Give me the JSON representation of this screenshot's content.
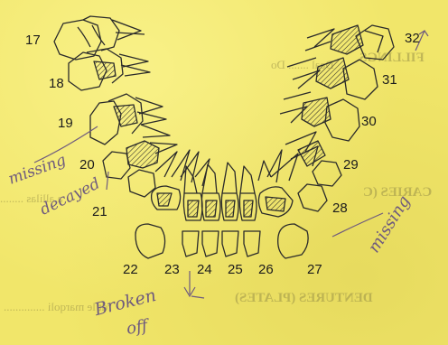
{
  "background_color": "#f1e66a",
  "ink_color": "#1c1c1c",
  "pencil_color": "#6e5a7e",
  "ghost_text": {
    "fillings": "FILLINGS",
    "fillings_note": "Deal ....... Do",
    "caries": "CARIES (C",
    "caries_note": "a allilas ........",
    "dentures": "DENTURES (PLATES)",
    "dentures_note": "rdt le marqoli .............."
  },
  "upper_labels": {
    "t17": "17",
    "t18": "18",
    "t19": "19",
    "t20": "20",
    "t21": "21",
    "t32": "32",
    "t31": "31",
    "t30": "30",
    "t29": "29",
    "t28": "28"
  },
  "lower_labels": {
    "t22": "22",
    "t23": "23",
    "t24": "24",
    "t25": "25",
    "t26": "26",
    "t27": "27"
  },
  "annotations": {
    "missing_left": "missing",
    "decayed": "decayed",
    "missing_right": "missing",
    "broken": "Broken",
    "off": "off"
  }
}
